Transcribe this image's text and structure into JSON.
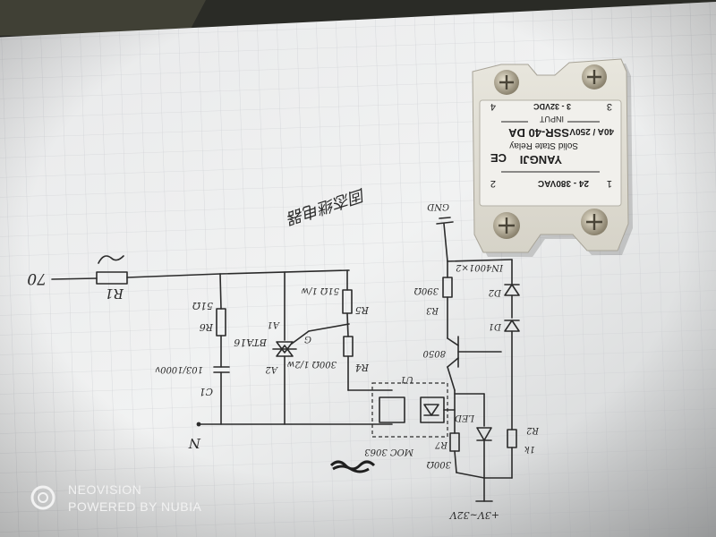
{
  "watermark": {
    "line1": "NEOVISION",
    "line2": "POWERED BY NUBIA"
  },
  "relay": {
    "brand": "YANGJI",
    "model": "SSR-40 DA",
    "type": "Solid State Relay",
    "rating": "40A / 250V",
    "output_range": "24 - 380VAC",
    "input_label": "INPUT",
    "input_range": "3 - 32VDC",
    "ce_mark": "CE",
    "term1": "1",
    "term2": "2",
    "term3": "3",
    "term4": "4"
  },
  "sketch": {
    "terminal_in": "70",
    "terminal_n": "N",
    "r1": "R1",
    "r6": "R6",
    "r6_value": "51Ω",
    "c1": "C1",
    "c1_value": "103/1000v",
    "r5": "R5",
    "r5_value": "51Ω 1/w",
    "r4": "R4",
    "r4_value": "300Ω 1/2w",
    "triac": "BTA16",
    "a1": "A1",
    "a2": "A2",
    "g": "G",
    "u1": "U1",
    "moc": "MOC 3063",
    "r7": "R7",
    "r7_value": "300Ω",
    "r3": "R3",
    "r3_value": "390Ω",
    "r2": "R2",
    "r2_value": "1k",
    "q1": "8050",
    "d1": "D1",
    "d2": "D2",
    "diode_part": "IN4001×2",
    "led": "LED",
    "gnd": "GND",
    "vplus": "+3V~32V",
    "title_cn": "固态继电器"
  }
}
